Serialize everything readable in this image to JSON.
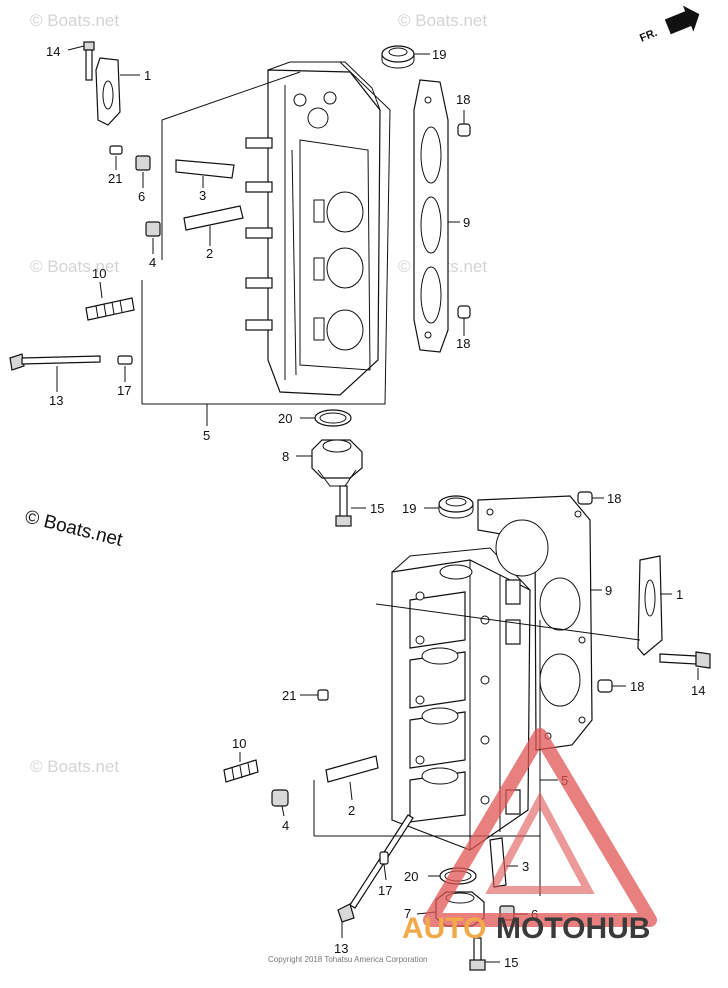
{
  "fr_label": "FR.",
  "copyright": "Copyright 2018 Tohatsu America Corporation",
  "watermark": "© Boats.net",
  "logo": {
    "part_a": "AUTO",
    "part_b": "MOTOHUB",
    "accent": "#e05555"
  },
  "callouts_top": [
    {
      "num": "14"
    },
    {
      "num": "1"
    },
    {
      "num": "19"
    },
    {
      "num": "18"
    },
    {
      "num": "21"
    },
    {
      "num": "6"
    },
    {
      "num": "3"
    },
    {
      "num": "2"
    },
    {
      "num": "9"
    },
    {
      "num": "4"
    },
    {
      "num": "10"
    },
    {
      "num": "18"
    },
    {
      "num": "13"
    },
    {
      "num": "17"
    },
    {
      "num": "5"
    },
    {
      "num": "20"
    },
    {
      "num": "8"
    },
    {
      "num": "15"
    }
  ],
  "callouts_bottom": [
    {
      "num": "19"
    },
    {
      "num": "18"
    },
    {
      "num": "9"
    },
    {
      "num": "1"
    },
    {
      "num": "14"
    },
    {
      "num": "18"
    },
    {
      "num": "21"
    },
    {
      "num": "10"
    },
    {
      "num": "5"
    },
    {
      "num": "2"
    },
    {
      "num": "4"
    },
    {
      "num": "3"
    },
    {
      "num": "20"
    },
    {
      "num": "17"
    },
    {
      "num": "7"
    },
    {
      "num": "6"
    },
    {
      "num": "13"
    },
    {
      "num": "15"
    }
  ]
}
